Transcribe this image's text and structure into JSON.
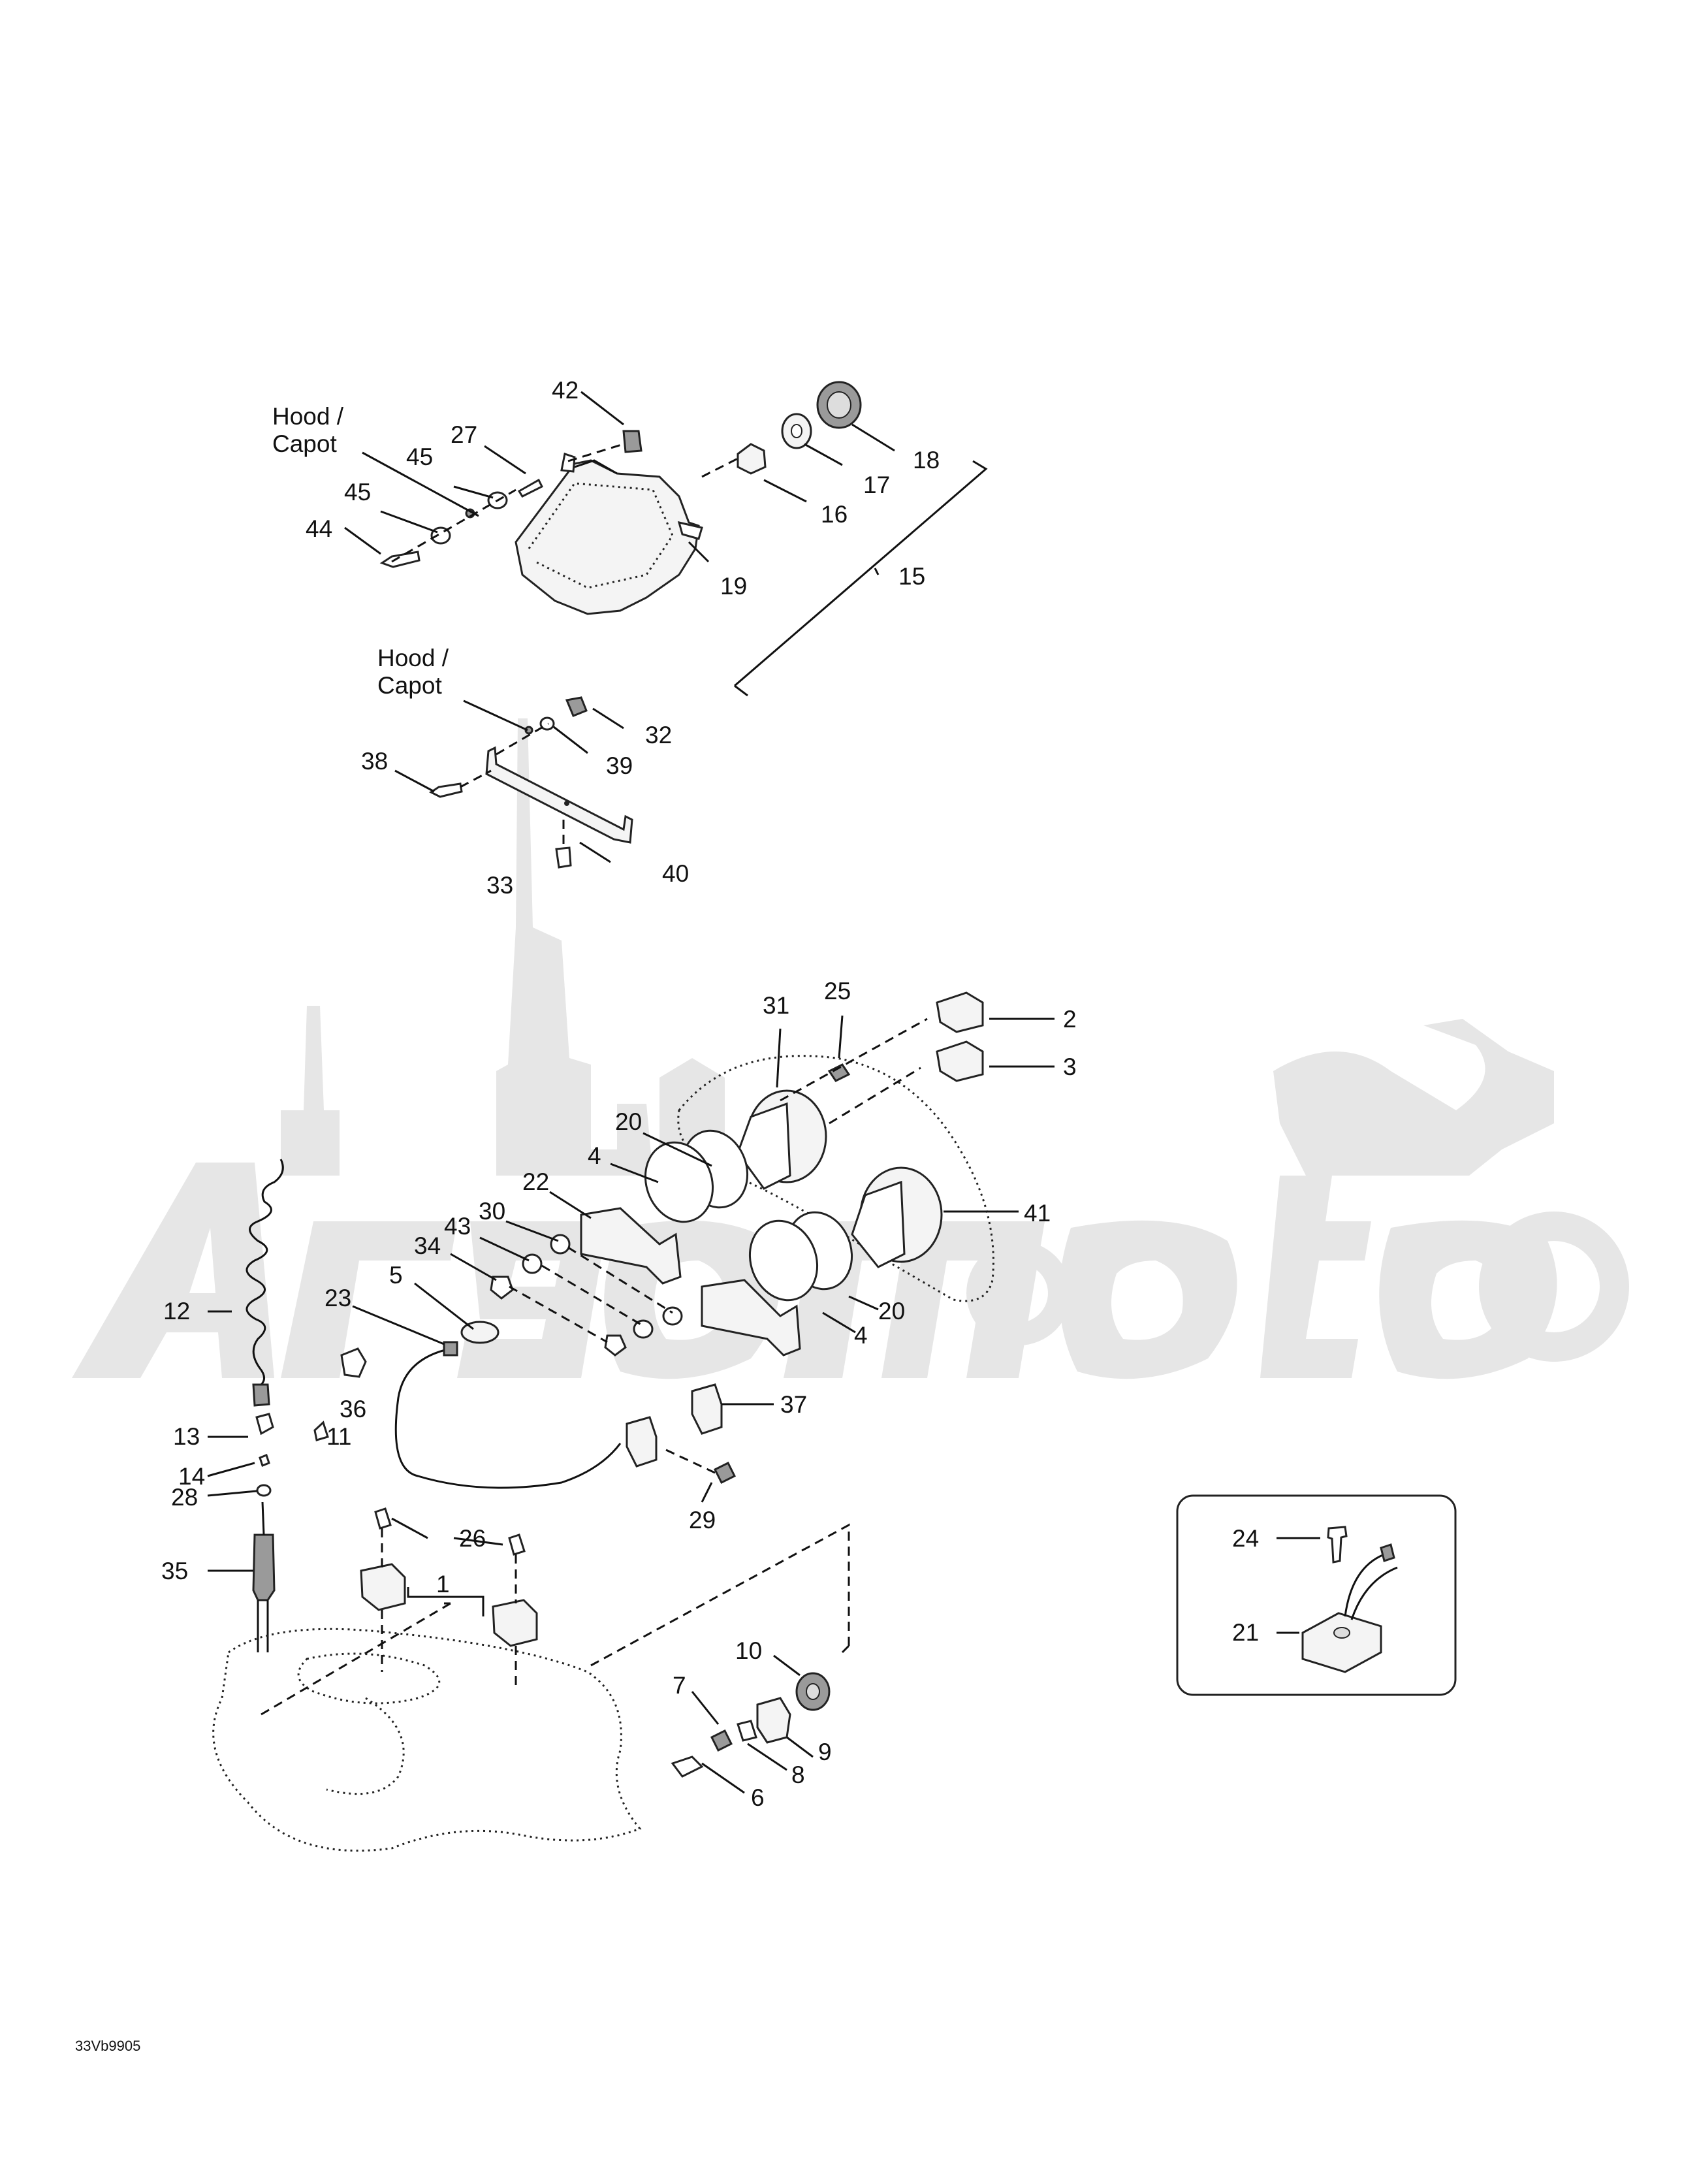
{
  "diagram_code": "33Vb9905",
  "watermark": "Argomoto",
  "reference_labels": [
    {
      "id": "hood_1",
      "line1": "Hood /",
      "line2": "Capot"
    },
    {
      "id": "hood_2",
      "line1": "Hood /",
      "line2": "Capot"
    }
  ],
  "callouts": {
    "c2": "2",
    "c3": "3",
    "c4a": "4",
    "c4b": "4",
    "c5": "5",
    "c6": "6",
    "c7": "7",
    "c8": "8",
    "c9": "9",
    "c10": "10",
    "c11": "11",
    "c12": "12",
    "c13": "13",
    "c14": "14",
    "c15": "15",
    "c16": "16",
    "c17": "17",
    "c18": "18",
    "c19": "19",
    "c20a": "20",
    "c20b": "20",
    "c21": "21",
    "c22": "22",
    "c23": "23",
    "c24": "24",
    "c25": "25",
    "c26": "26",
    "c27": "27",
    "c28": "28",
    "c29": "29",
    "c30": "30",
    "c31": "31",
    "c32": "32",
    "c33": "33",
    "c34": "34",
    "c35": "35",
    "c36": "36",
    "c37": "37",
    "c38": "38",
    "c39": "39",
    "c40": "40",
    "c41": "41",
    "c42": "42",
    "c43": "43",
    "c44": "44",
    "c45a": "45",
    "c45b": "45",
    "c1": "1"
  },
  "inset": {
    "parts": [
      "21",
      "24"
    ]
  }
}
